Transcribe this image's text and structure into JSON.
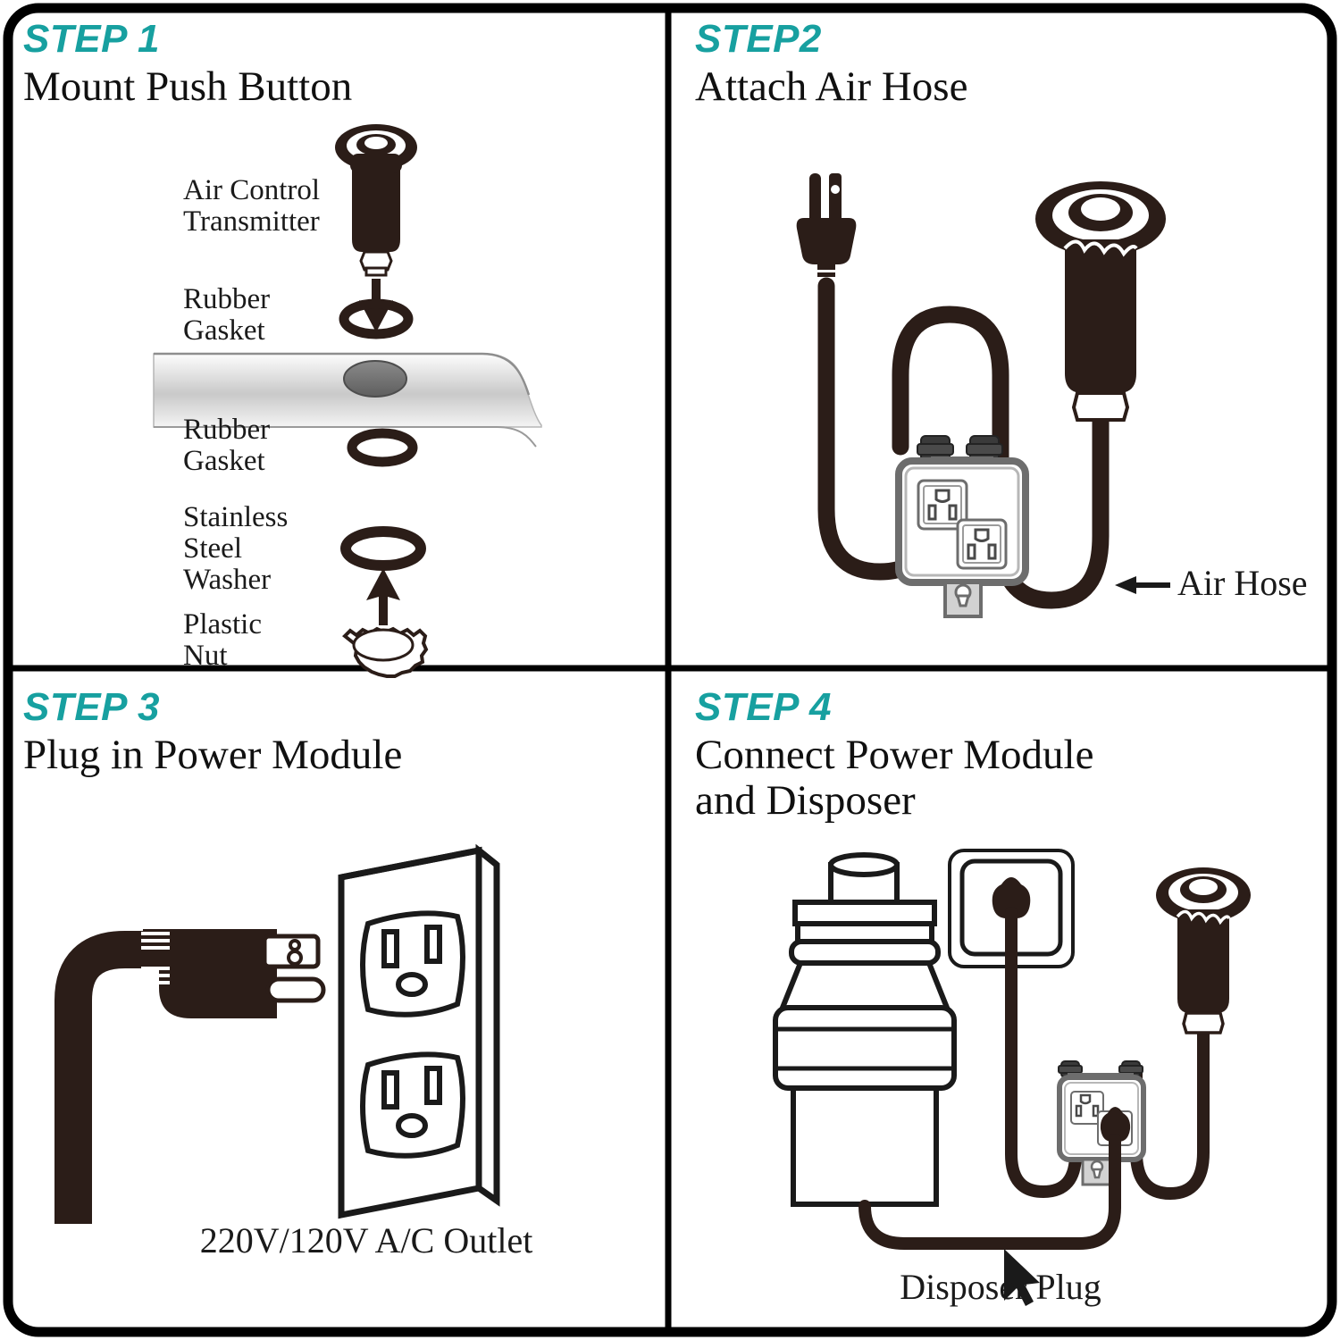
{
  "document": {
    "kind": "installation-instruction-diagram",
    "panel_count": 4
  },
  "colors": {
    "step_accent": "#17A0A0",
    "ink": "#101010",
    "cable": "#2b1d18",
    "module_body": "#ffffff",
    "module_edge": "#6d6d6d",
    "counter_light": "#f2f2f2",
    "counter_mid": "#9a9a9a",
    "counter_hole": "#6e6e6e"
  },
  "panels": [
    {
      "id": "step-1",
      "kicker": "STEP 1",
      "title": "Mount Push Button",
      "labels": {
        "transmitter": "Air Control\nTransmitter",
        "gasket_top": "Rubber\nGasket",
        "gasket_bottom": "Rubber\nGasket",
        "washer": "Stainless\nSteel\nWasher",
        "nut": "Plastic\nNut"
      }
    },
    {
      "id": "step-2",
      "kicker": "STEP2",
      "title": "Attach Air Hose",
      "labels": {
        "air_hose": "Air Hose"
      }
    },
    {
      "id": "step-3",
      "kicker": "STEP 3",
      "title": "Plug in Power Module",
      "labels": {
        "outlet": "220V/120V A/C Outlet"
      }
    },
    {
      "id": "step-4",
      "kicker": "STEP 4",
      "title": "Connect Power Module\nand Disposer",
      "labels": {
        "disposer_plug": "Disposer Plug"
      }
    }
  ]
}
